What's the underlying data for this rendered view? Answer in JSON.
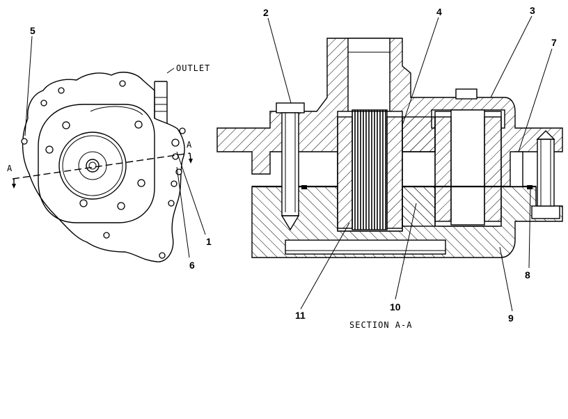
{
  "diagram": {
    "front_view_labels": {
      "outlet": "OUTLET",
      "section_mark_left": "A",
      "section_mark_right": "A"
    },
    "callouts": {
      "n1": "1",
      "n2": "2",
      "n3": "3",
      "n4": "4",
      "n5": "5",
      "n6": "6",
      "n7": "7",
      "n8": "8",
      "n9": "9",
      "n10": "10",
      "n11": "11"
    },
    "section_caption": "SECTION A-A"
  }
}
